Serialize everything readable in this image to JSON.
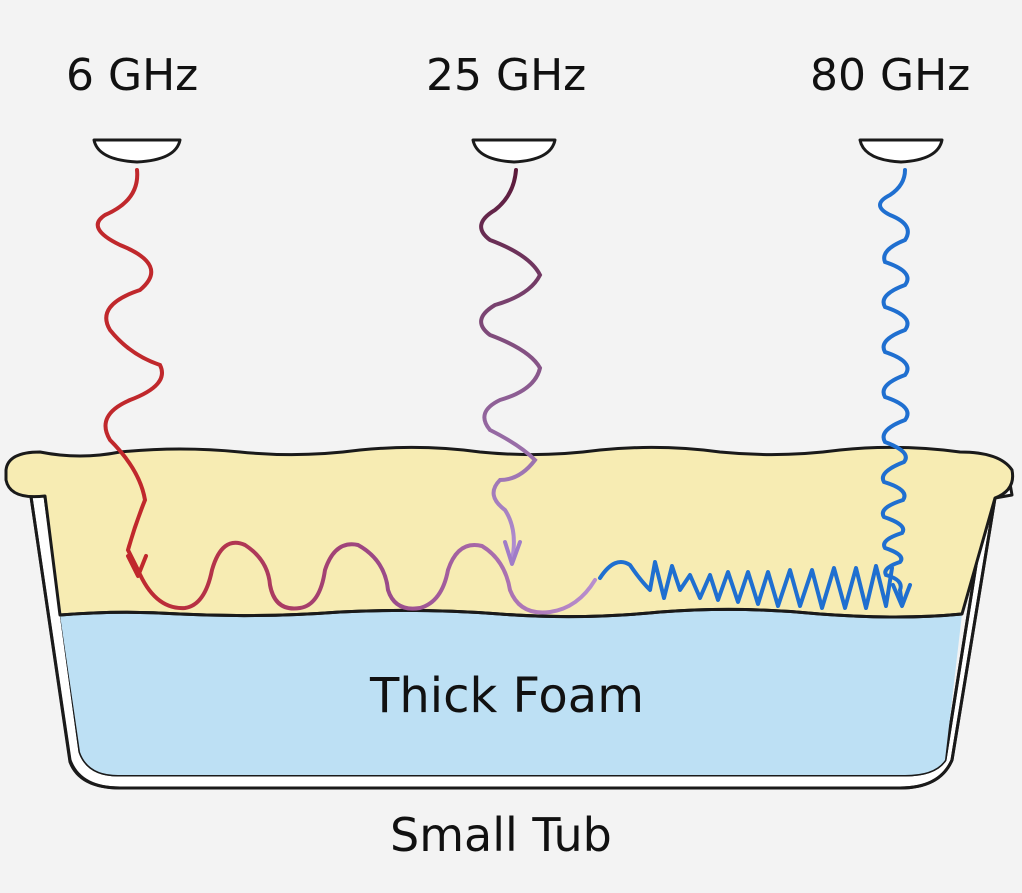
{
  "emitters": [
    {
      "label": "6 GHz",
      "color": "#c0282c"
    },
    {
      "label": "25 GHz",
      "color": "#7a3a6e"
    },
    {
      "label": "80 GHz",
      "color": "#1f6fd0"
    }
  ],
  "liquid_label": "Thick Foam",
  "container_label": "Small Tub",
  "colors": {
    "background": "#f3f3f3",
    "foam": "#f7ecb3",
    "liquid": "#bde0f4",
    "outline": "#1a1a1a",
    "tub": "#ffffff"
  }
}
